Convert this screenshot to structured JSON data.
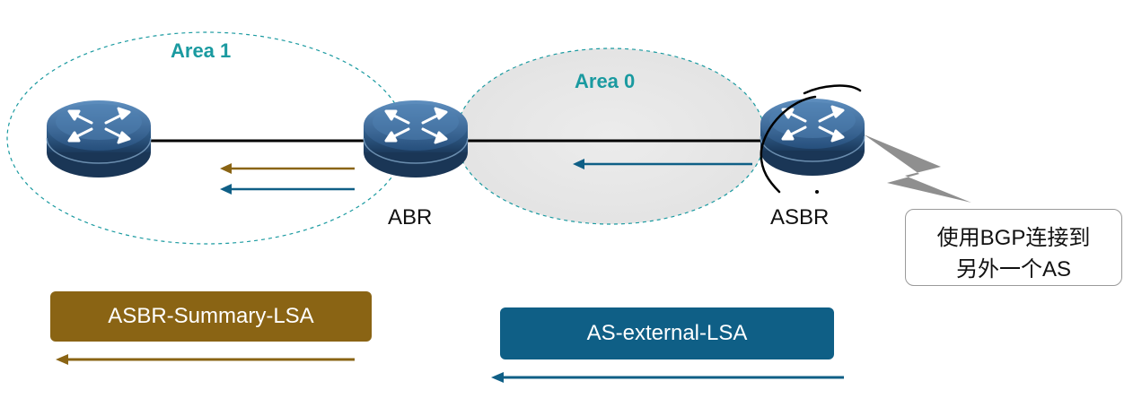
{
  "areas": {
    "area1_label": "Area 1",
    "area0_label": "Area 0"
  },
  "routers": {
    "abr_label": "ABR",
    "asbr_label": "ASBR"
  },
  "callout": {
    "line1": "使用BGP连接到",
    "line2": "另外一个AS"
  },
  "lsa": {
    "summary_label": "ASBR-Summary-LSA",
    "external_label": "AS-external-LSA"
  },
  "colors": {
    "area_teal": "#1a9aa0",
    "summary_brown": "#8a6414",
    "external_blue": "#0f5f86",
    "router_blue": "#2c5c8c"
  },
  "icons": [
    "router-icon",
    "lightning-link-icon",
    "arrow-left-icon"
  ]
}
